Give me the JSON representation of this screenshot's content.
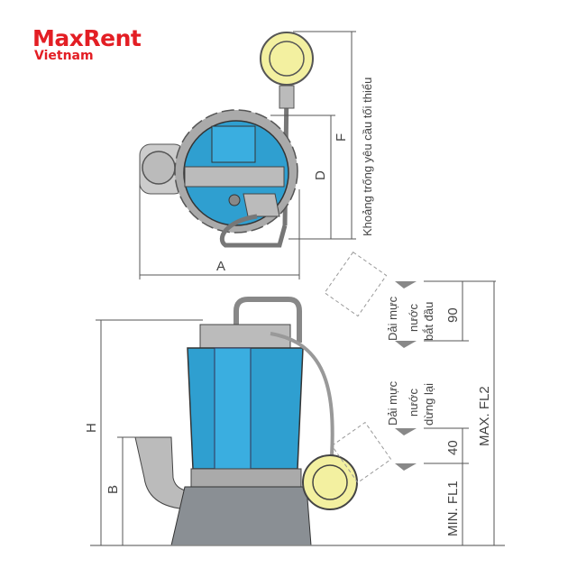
{
  "logo": {
    "brand": "MaxRent",
    "sub": "Vietnam"
  },
  "colors": {
    "brand": "#e31e24",
    "pump_body": "#2f9fd0",
    "float": "#f3f0a0",
    "metal": "#b8b8b8"
  },
  "top_view": {
    "dim_a": "A",
    "dim_d": "D",
    "dim_f": "F",
    "clearance_note": "Khoảng trống yêu cầu tối thiểu"
  },
  "side_view": {
    "dim_h": "H",
    "dim_b": "B",
    "start_range": {
      "line1": "Dải mực",
      "line2": "nước",
      "line3": "bắt đầu",
      "value": "90"
    },
    "stop_range": {
      "line1": "Dải mực",
      "line2": "nước",
      "line3": "dừng lại",
      "value": "40"
    },
    "min_label": "MIN. FL1",
    "max_label": "MAX. FL2"
  }
}
